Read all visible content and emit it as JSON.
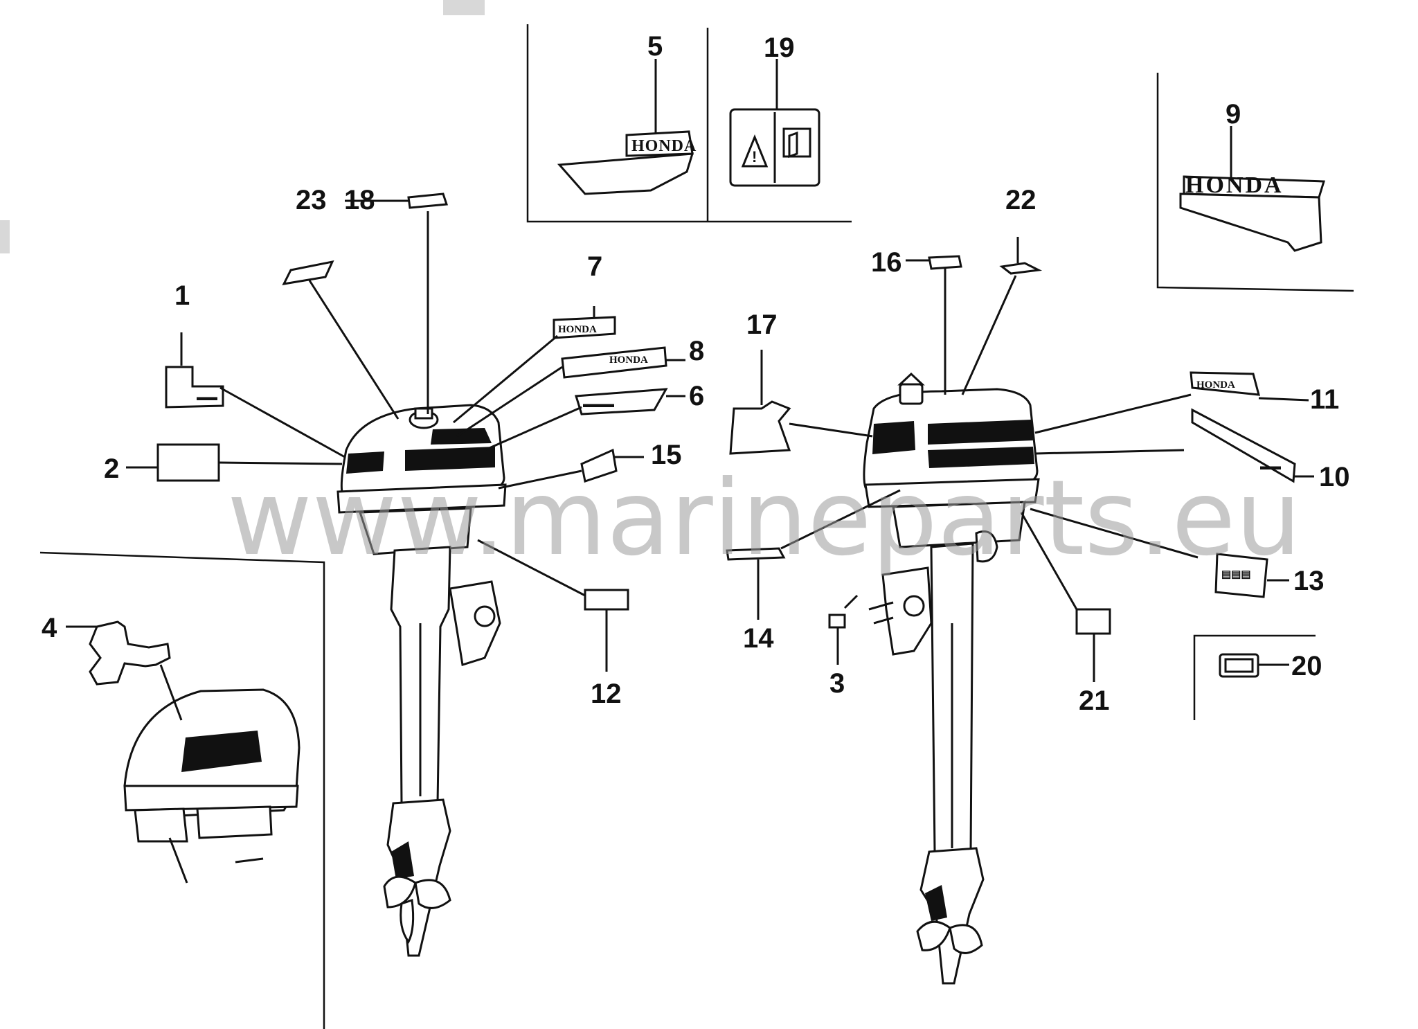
{
  "callouts": {
    "c1": "1",
    "c2": "2",
    "c3": "3",
    "c4": "4",
    "c6": "6",
    "c7": "7",
    "c8": "8",
    "c9": "9",
    "c10": "10",
    "c11": "11",
    "c12": "12",
    "c13": "13",
    "c14": "14",
    "c15": "15",
    "c16": "16",
    "c17": "17",
    "c18": "18",
    "c20": "20",
    "c21": "21",
    "c22": "22",
    "c23": "23"
  },
  "decals": {
    "brand": "HONDA"
  },
  "watermark": "www.marineparts.eu",
  "colors": {
    "ink": "#111111",
    "watermark": "#9a9a9a",
    "background": "#ffffff"
  }
}
